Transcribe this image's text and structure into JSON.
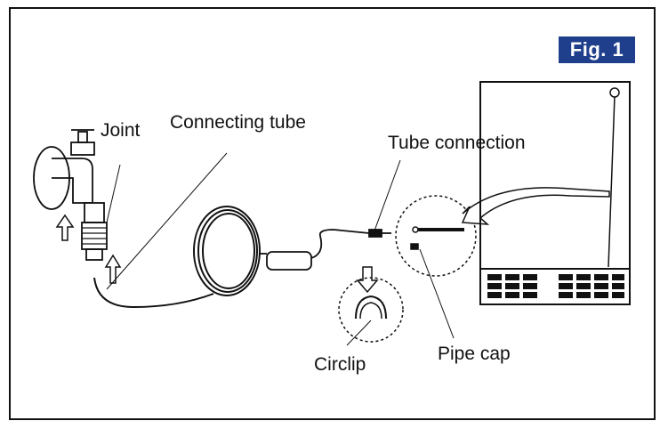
{
  "figure": {
    "badge": "Fig. 1"
  },
  "labels": {
    "joint": "Joint",
    "connecting_tube": "Connecting tube",
    "tube_connection": "Tube connection",
    "circlip": "Circlip",
    "pipe_cap": "Pipe cap"
  },
  "colors": {
    "badge_bg": "#1f3f8c",
    "line": "#111111"
  }
}
